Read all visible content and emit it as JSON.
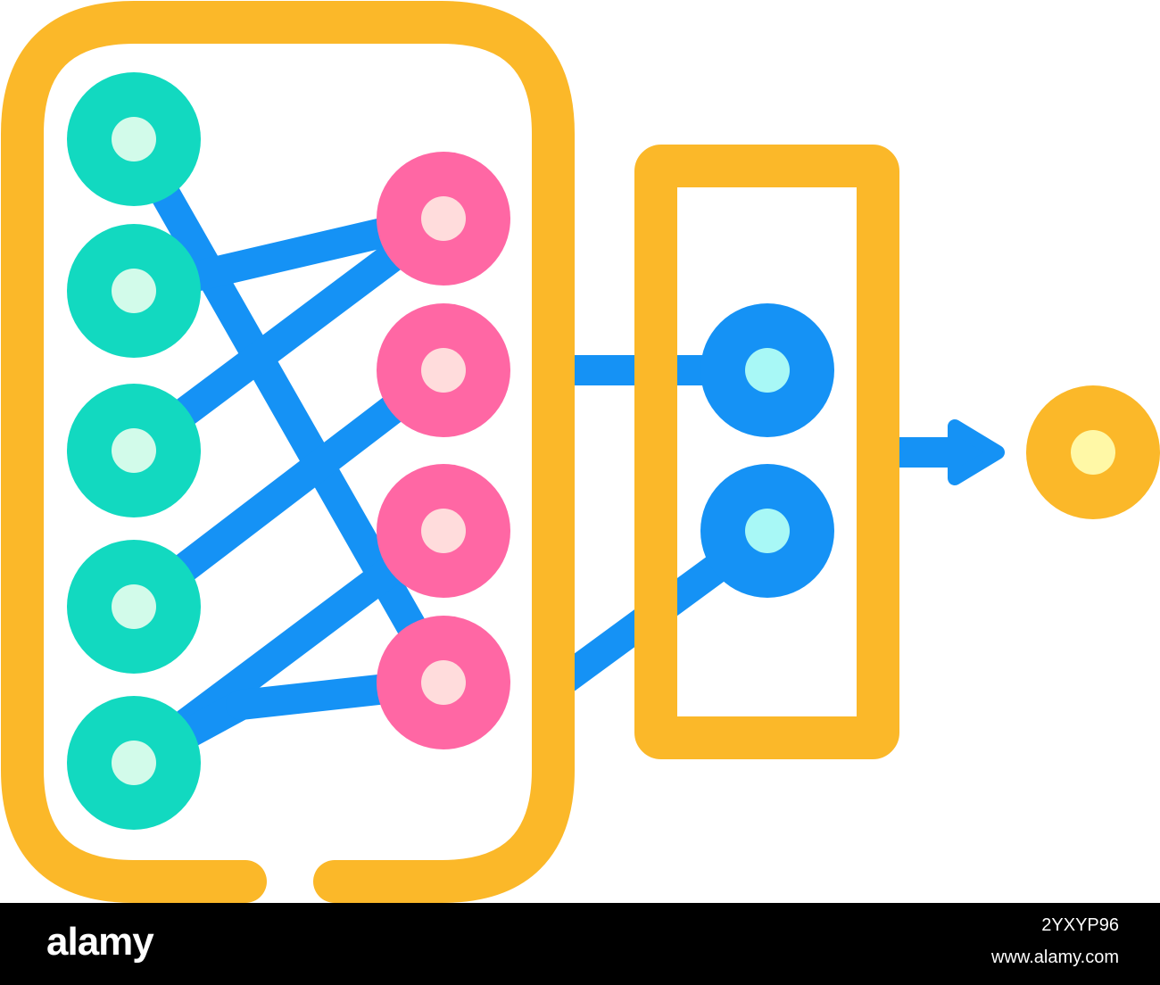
{
  "colors": {
    "frame": "#FBB829",
    "input_node": "#12D9C0",
    "input_node_center": "#D2FBEA",
    "hidden_node": "#FF67A4",
    "hidden_node_center": "#FFDCDC",
    "output_node": "#1592F5",
    "output_node_center": "#A8F8F6",
    "connection": "#1592F5",
    "result_node": "#FBB829",
    "result_node_center": "#FFF8A6",
    "footer_bg": "#000000",
    "footer_text": "#FFFFFF"
  },
  "footer": {
    "brand": "alamy",
    "image_id": "2YXYP96",
    "url": "www.alamy.com"
  }
}
